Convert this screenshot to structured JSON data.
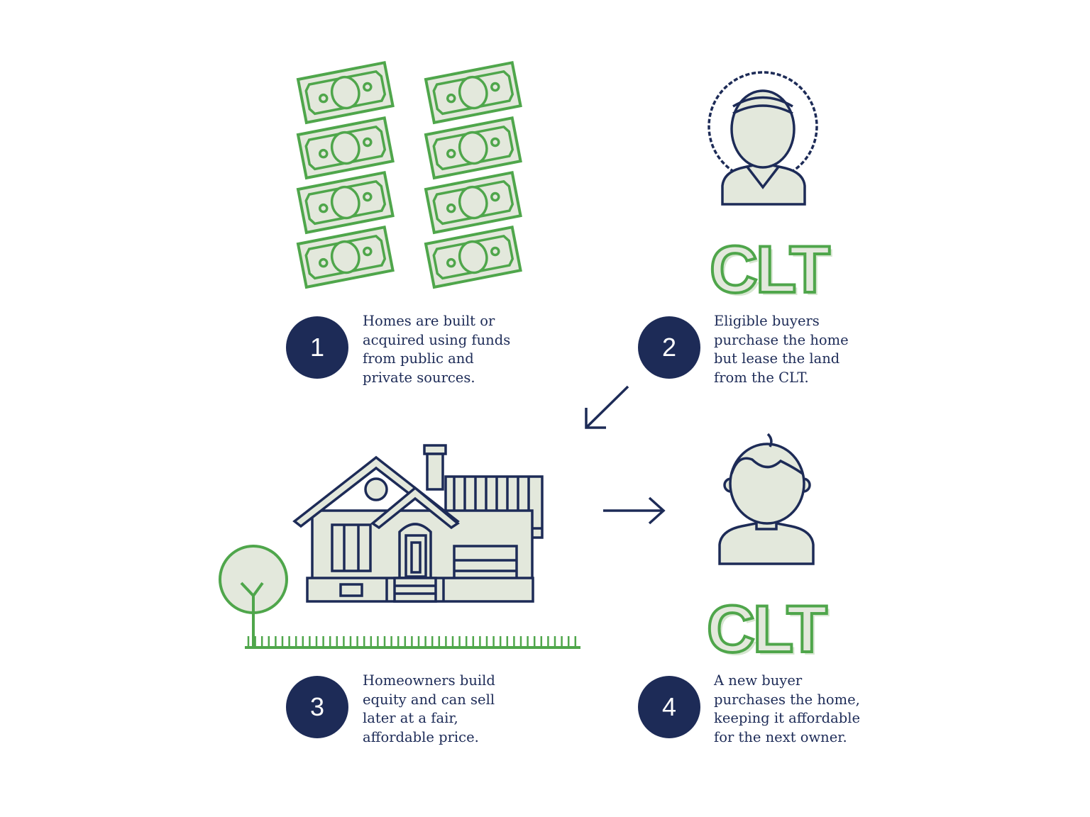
{
  "colors": {
    "navy": "#1d2b57",
    "green": "#4fa64b",
    "fill": "#e3e8dc"
  },
  "clt_label": "CLT",
  "steps": [
    {
      "number": "1",
      "text": "Homes are built or\nacquired using funds\nfrom public and\nprivate sources."
    },
    {
      "number": "2",
      "text": "Eligible buyers\npurchase the home\nbut lease the land\nfrom the CLT."
    },
    {
      "number": "3",
      "text": "Homeowners build\nequity and can sell\nlater at a fair,\naffordable price."
    },
    {
      "number": "4",
      "text": "A new buyer\npurchases the home,\nkeeping it affordable\nfor the next owner."
    }
  ]
}
